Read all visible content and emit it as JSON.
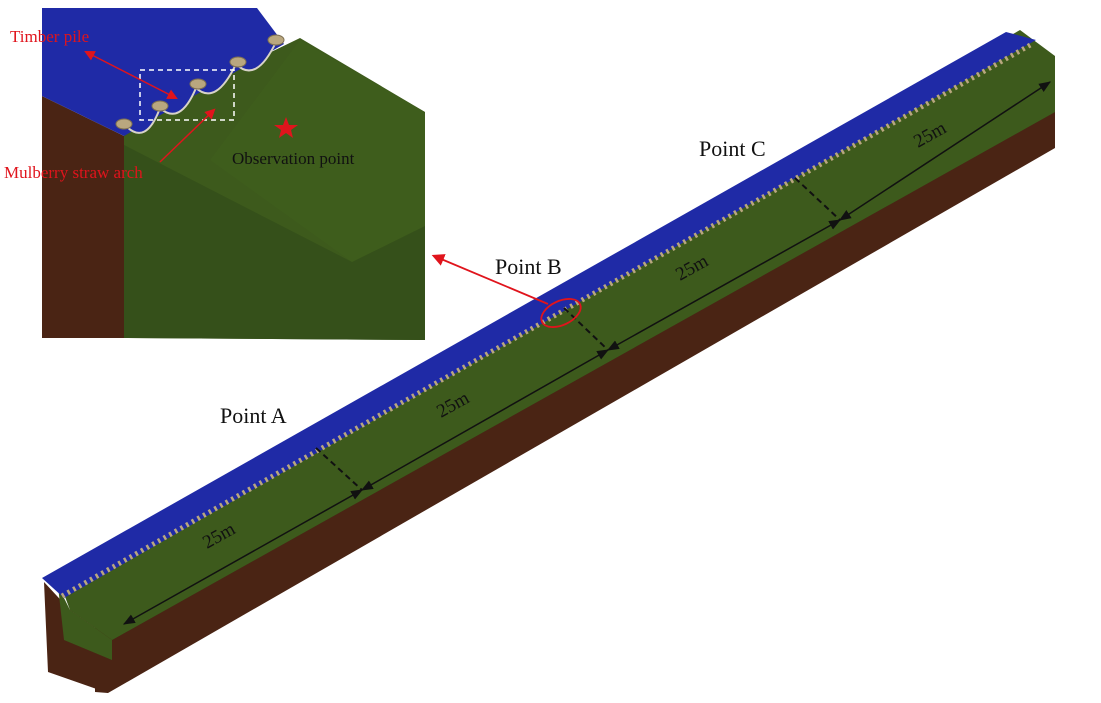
{
  "labels": {
    "timber_pile": "Timber pile",
    "mulberry_straw_arch": "Mulberry straw arch",
    "observation_point": "Observation point",
    "point_a": "Point A",
    "point_b": "Point B",
    "point_c": "Point C",
    "dim_1": "25m",
    "dim_2": "25m",
    "dim_3": "25m",
    "dim_4": "25m"
  },
  "colors": {
    "water_blue": "#1f2aa6",
    "soil_green": "#3d5a1c",
    "soil_green_side": "#34511a",
    "earth_brown": "#4a2414",
    "pile_tan": "#b9a77f",
    "annotation_red": "#e0141c",
    "dimension_black": "#111111"
  },
  "icons": {
    "observation_marker": "star-icon"
  }
}
